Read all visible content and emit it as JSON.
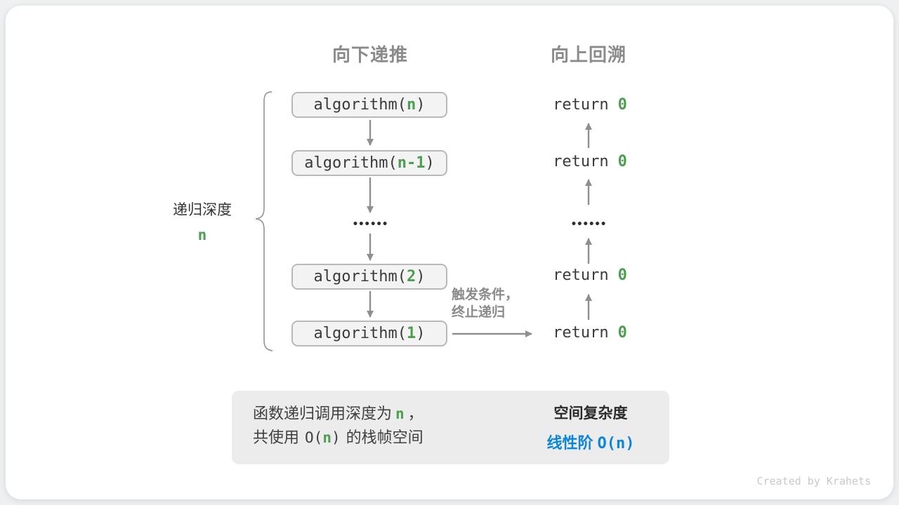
{
  "headers": {
    "down": "向下递推",
    "up": "向上回溯"
  },
  "depth_label": {
    "text": "递归深度",
    "value": "n"
  },
  "call_stack": {
    "boxes": [
      {
        "fn": "algorithm(",
        "arg": "n",
        "close": ")"
      },
      {
        "fn": "algorithm(",
        "arg": "n-1",
        "close": ")"
      },
      {
        "fn": "algorithm(",
        "arg": "2",
        "close": ")"
      },
      {
        "fn": "algorithm(",
        "arg": "1",
        "close": ")"
      }
    ],
    "dots": "••••••"
  },
  "returns": {
    "keyword": "return",
    "value": "0",
    "dots": "••••••"
  },
  "base_case_note": {
    "line1": "触发条件，",
    "line2": "终止递归"
  },
  "summary": {
    "left_line1": {
      "a": "函数递归调用深度为",
      "n": "n",
      "b": "，"
    },
    "left_line2": {
      "a": "共使用",
      "o_open": "O(",
      "n": "n",
      "o_close": ")",
      "b": "的栈帧空间"
    },
    "right_title": "空间复杂度",
    "right_result": {
      "a": "线性阶",
      "o": "O(n)"
    }
  },
  "watermark": "Created by Krahets",
  "colors": {
    "green": "#4c9e50",
    "blue": "#0c86d8",
    "arrow_grey": "#8f8f8f"
  }
}
